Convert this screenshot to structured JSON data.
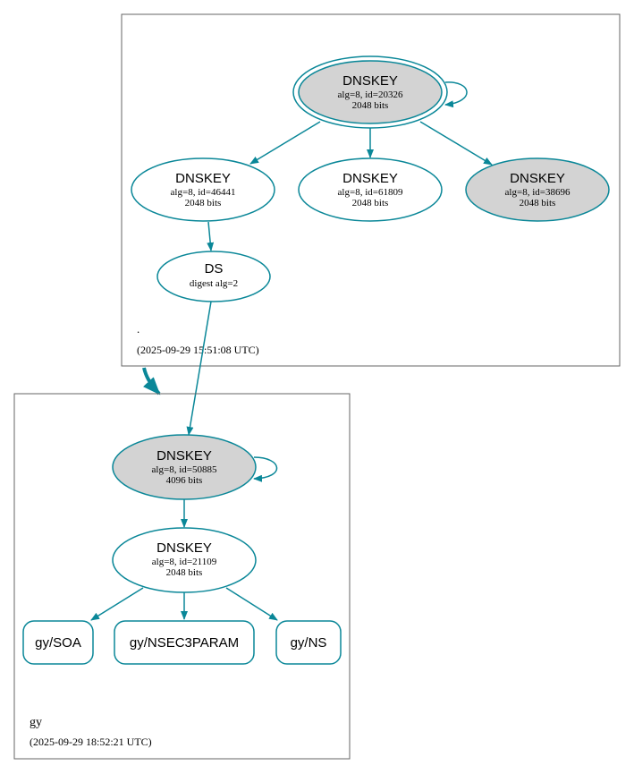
{
  "colors": {
    "edge": "#0a8798",
    "box_border": "#666666",
    "node_fill_gray": "#d3d3d3",
    "node_fill_white": "#ffffff",
    "text": "#000000"
  },
  "zones": {
    "root": {
      "name": ".",
      "timestamp": "(2025-09-29 15:51:08 UTC)"
    },
    "gy": {
      "name": "gy",
      "timestamp": "(2025-09-29 18:52:21 UTC)"
    }
  },
  "nodes": {
    "root_ksk": {
      "title": "DNSKEY",
      "line1": "alg=8, id=20326",
      "line2": "2048 bits"
    },
    "root_zsk_46441": {
      "title": "DNSKEY",
      "line1": "alg=8, id=46441",
      "line2": "2048 bits"
    },
    "root_zsk_61809": {
      "title": "DNSKEY",
      "line1": "alg=8, id=61809",
      "line2": "2048 bits"
    },
    "root_key_38696": {
      "title": "DNSKEY",
      "line1": "alg=8, id=38696",
      "line2": "2048 bits"
    },
    "gy_ds": {
      "title": "DS",
      "line1": "digest alg=2"
    },
    "gy_ksk": {
      "title": "DNSKEY",
      "line1": "alg=8, id=50885",
      "line2": "4096 bits"
    },
    "gy_zsk": {
      "title": "DNSKEY",
      "line1": "alg=8, id=21109",
      "line2": "2048 bits"
    }
  },
  "records": {
    "soa": "gy/SOA",
    "nsec3param": "gy/NSEC3PARAM",
    "ns": "gy/NS"
  }
}
